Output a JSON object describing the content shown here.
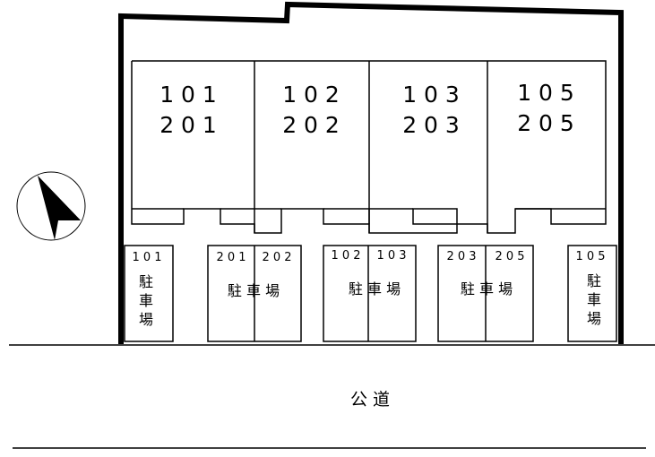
{
  "units": [
    {
      "ground": "1 0 1",
      "upper": "2 0 1"
    },
    {
      "ground": "1 0 2",
      "upper": "2 0 2"
    },
    {
      "ground": "1 0 3",
      "upper": "2 0 3"
    },
    {
      "ground": "1 0 5",
      "upper": "2 0 5"
    }
  ],
  "parking": {
    "lot1": {
      "number": "1 0 1",
      "label": [
        "駐",
        "車",
        "場"
      ]
    },
    "lot2": {
      "numbers": [
        "2 0 1",
        "2 0 2"
      ],
      "label": "駐 車 場"
    },
    "lot3": {
      "numbers": [
        "1 0 2",
        "1 0 3"
      ],
      "label": "駐 車 場"
    },
    "lot4": {
      "numbers": [
        "2 0 3",
        "2 0 5"
      ],
      "label": "駐 車 場"
    },
    "lot5": {
      "number": "1 0 5",
      "label": [
        "駐",
        "車",
        "場"
      ]
    }
  },
  "road": {
    "label": "公 道"
  },
  "compass": {
    "icon": "north-arrow-icon"
  },
  "colors": {
    "line": "#000000",
    "background": "#ffffff"
  }
}
